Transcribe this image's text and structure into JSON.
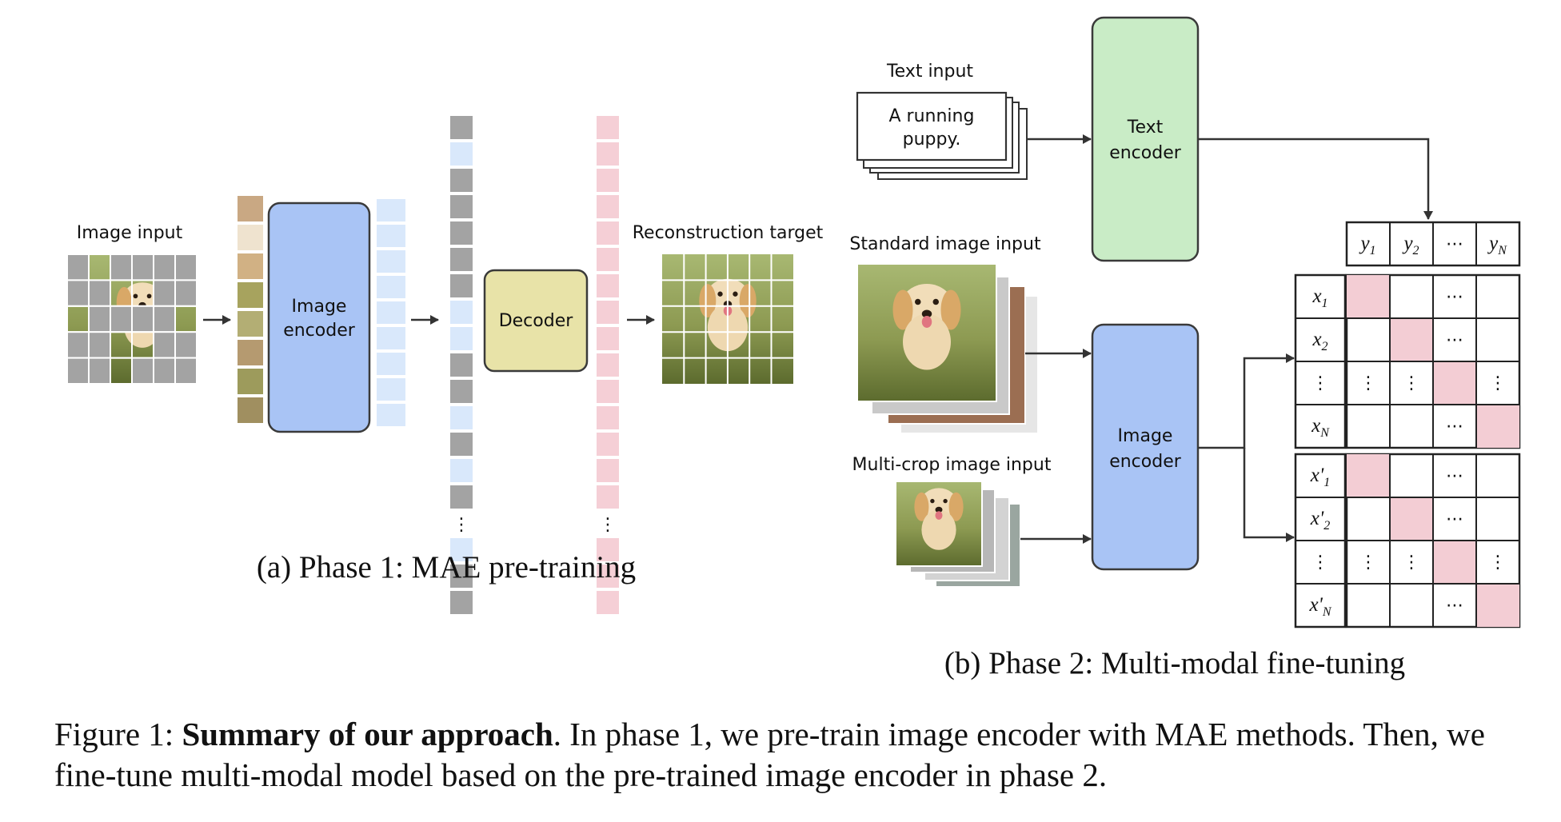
{
  "panel_a": {
    "image_input_label": "Image input",
    "encoder_label": [
      "Image",
      "encoder"
    ],
    "decoder_label": "Decoder",
    "reconstruction_label": "Reconstruction target",
    "ellipsis": "⋮",
    "subcaption": "(a) Phase 1: MAE pre-training"
  },
  "panel_b": {
    "text_input_label": "Text input",
    "text_card_lines": [
      "A running",
      "puppy."
    ],
    "text_encoder_label": [
      "Text",
      "encoder"
    ],
    "standard_image_label": "Standard image input",
    "multicrop_image_label": "Multi-crop image input",
    "image_encoder_label": [
      "Image",
      "encoder"
    ],
    "columns": [
      "y1",
      "y2",
      "⋯",
      "yN"
    ],
    "rows_top": [
      "x1",
      "x2",
      "⋮",
      "xN"
    ],
    "rows_bottom": [
      "x'1",
      "x'2",
      "⋮",
      "x'N"
    ],
    "subcaption": "(b) Phase 2: Multi-modal fine-tuning"
  },
  "caption": {
    "prefix": "Figure 1: ",
    "bold": "Summary of our approach",
    "rest": ". In phase 1, we pre-train image encoder with MAE methods. Then, we fine-tune multi-modal model based on the pre-trained image encoder in phase 2."
  },
  "colors": {
    "encoder_blue": "#a9c4f5",
    "text_encoder_green": "#c9ecc6",
    "decoder_yellow": "#e8e3a8",
    "token_gray": "#a3a3a3",
    "token_light_blue": "#d9e8fb",
    "token_pink": "#f5cfd6",
    "matrix_pink": "#f3cdd4"
  }
}
